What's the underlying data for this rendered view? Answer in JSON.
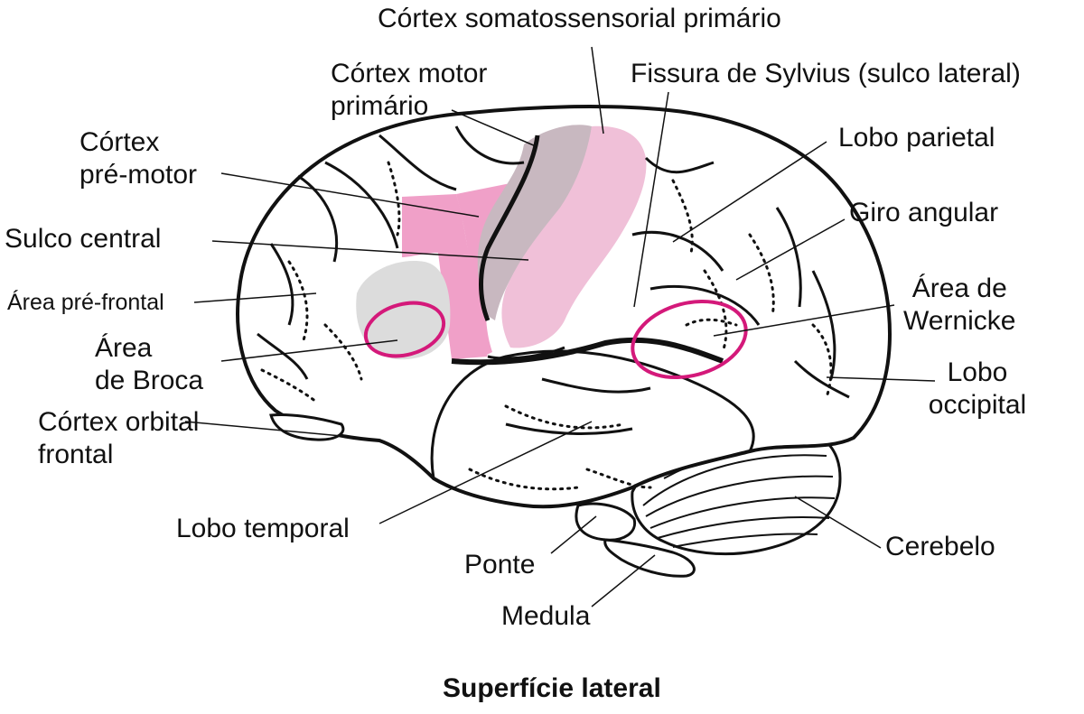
{
  "colors": {
    "premotor": "#f0a0c8",
    "motor": "#c8b8c0",
    "somatosensory": "#f0c0d8",
    "broca_area": "#dcdcdc",
    "ellipse_outline": "#d4197a",
    "outline": "#111111"
  },
  "labels": {
    "somatosensory": "Córtex somatossensorial  primário",
    "motor_1": "Córtex motor",
    "motor_2": "primário",
    "sylvian": "Fissura de Sylvius (sulco lateral)",
    "premotor_1": "Córtex",
    "premotor_2": "pré-motor",
    "parietal": "Lobo parietal",
    "central_sulcus": "Sulco central",
    "angular": "Giro angular",
    "prefrontal": "Área pré-frontal",
    "wernicke_1": "Área de",
    "wernicke_2": "Wernicke",
    "broca_1": "Área",
    "broca_2": "de Broca",
    "occipital_1": "Lobo",
    "occipital_2": "occipital",
    "orbital_1": "Córtex orbital",
    "orbital_2": "frontal",
    "temporal": "Lobo temporal",
    "cerebellum": "Cerebelo",
    "pons": "Ponte",
    "medulla": "Medula"
  },
  "caption": "Superfície lateral"
}
